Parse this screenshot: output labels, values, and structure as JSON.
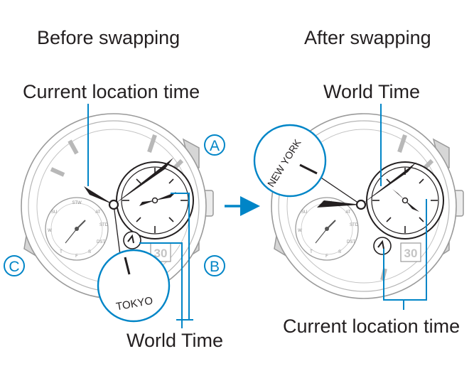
{
  "headings": {
    "before": "Before swapping",
    "after": "After swapping"
  },
  "left_watch": {
    "top_label": "Current location time",
    "bottom_label": "World Time",
    "city": "TOKYO",
    "date": "30",
    "button_a": "A",
    "button_b": "B",
    "button_c": "C"
  },
  "right_watch": {
    "top_label": "World Time",
    "bottom_label": "Current location time",
    "city": "NEW YORK",
    "date": "30"
  },
  "colors": {
    "accent": "#0085c7",
    "outline": "#9a9a9a",
    "ink": "#231f20"
  }
}
